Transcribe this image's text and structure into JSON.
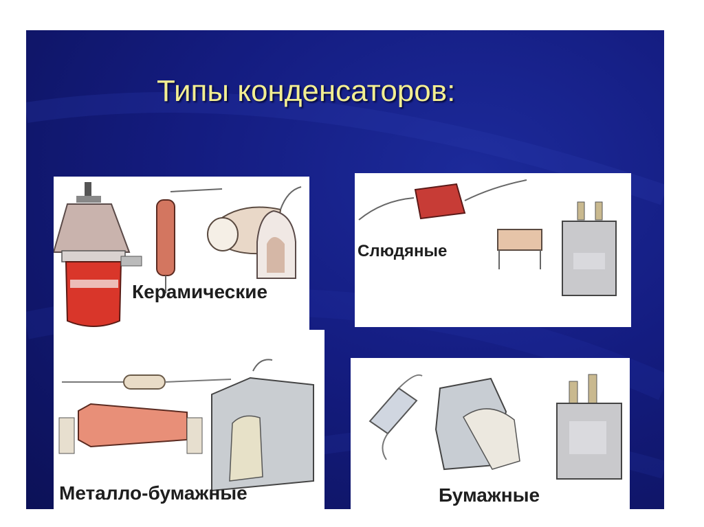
{
  "slide": {
    "title": "Типы конденсаторов:",
    "title_color": "#f2ee92",
    "background_color": "#141c80"
  },
  "panels": [
    {
      "label": "Керамические",
      "icons": [
        "ceramic-capacitor-icon",
        "tubular-capacitor-icon",
        "cup-capacitor-icon"
      ]
    },
    {
      "label": "Слюдяные",
      "icons": [
        "mica-capacitor-icon",
        "small-capacitor-icon",
        "metal-can-capacitor-icon"
      ]
    },
    {
      "label": "Металло-бумажные",
      "icons": [
        "axial-capacitor-icon",
        "tubular-capacitor-icon",
        "box-capacitor-icon"
      ]
    },
    {
      "label": "Бумажные",
      "icons": [
        "axial-capacitor-icon",
        "opened-paper-capacitor-icon",
        "metal-can-capacitor-icon"
      ]
    }
  ]
}
